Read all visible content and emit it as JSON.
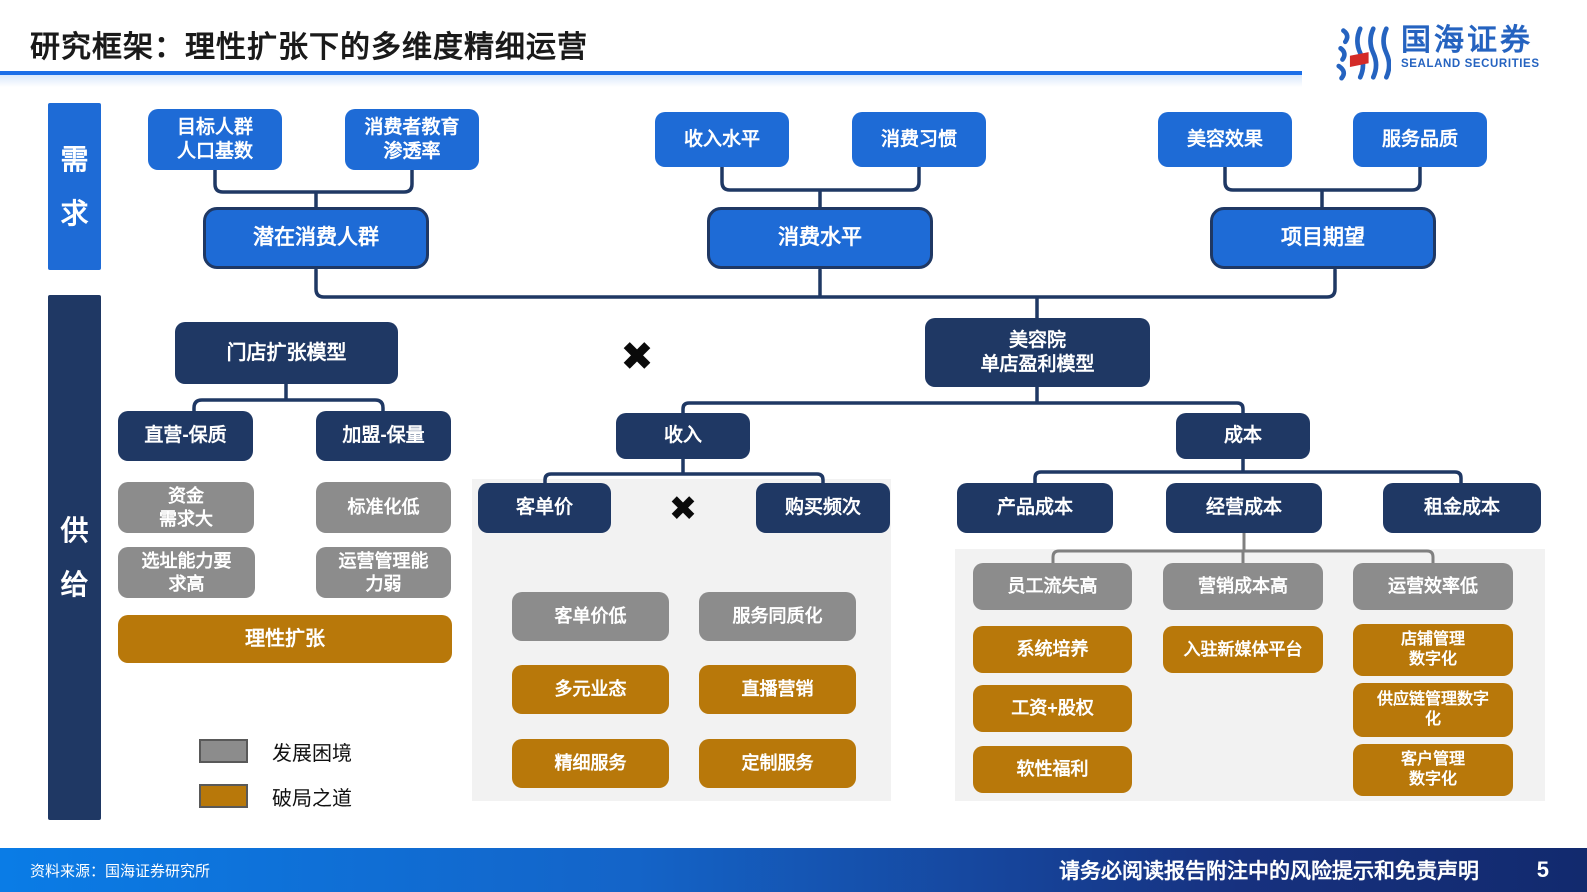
{
  "title": "研究框架：理性扩张下的多维度精细运营",
  "logo": {
    "cn": "国海证券",
    "en": "SEALAND SECURITIES"
  },
  "sidebars": {
    "demand": "需求",
    "supply": "供给"
  },
  "demand": {
    "factors": [
      "目标人群\n人口基数",
      "消费者教育\n渗透率",
      "收入水平",
      "消费习惯",
      "美容效果",
      "服务品质"
    ],
    "aggregates": [
      "潜在消费人群",
      "消费水平",
      "项目期望"
    ]
  },
  "supply": {
    "expansion_model": "门店扩张模型",
    "profit_model": "美容院\n单店盈利模型",
    "multiply_sign": "✖",
    "expansion_children": [
      "直营-保质",
      "加盟-保量"
    ],
    "expansion_issues": [
      "资金\n需求大",
      "标准化低",
      "选址能力要\n求高",
      "运营管理能\n力弱"
    ],
    "expansion_solution": "理性扩张",
    "revenue": {
      "label": "收入",
      "drivers": [
        "客单价",
        "购买频次"
      ],
      "multiply_sign": "✖",
      "issues": [
        "客单价低",
        "服务同质化"
      ],
      "solutions": [
        "多元业态",
        "直播营销",
        "精细服务",
        "定制服务"
      ]
    },
    "cost": {
      "label": "成本",
      "children": [
        "产品成本",
        "经营成本",
        "租金成本"
      ],
      "issues": [
        "员工流失高",
        "营销成本高",
        "运营效率低"
      ],
      "solutions_col1": [
        "系统培养",
        "工资+股权",
        "软性福利"
      ],
      "solutions_col2": [
        "入驻新媒体平台"
      ],
      "solutions_col3": [
        "店铺管理\n数字化",
        "供应链管理数字\n化",
        "客户管理\n数字化"
      ]
    }
  },
  "legend": {
    "items": [
      {
        "label": "发展困境",
        "color": "#8c8c8c"
      },
      {
        "label": "破局之道",
        "color": "#b8780a"
      }
    ]
  },
  "footer": {
    "source": "资料来源：国海证券研究所",
    "disclaimer": "请务必阅读报告附注中的风险提示和免责声明",
    "page": "5"
  },
  "colors": {
    "bright_blue": "#1e6bd6",
    "dark_navy": "#1f3864",
    "gray": "#8c8c8c",
    "orange": "#b8780a",
    "panel_gray": "#f2f2f2",
    "rule_blue": "#1c6fe8",
    "footer_blue_left": "#0a7ce6",
    "footer_navy_right": "#122a6e",
    "logo_blue": "#2563c0",
    "logo_red": "#d42b28"
  }
}
